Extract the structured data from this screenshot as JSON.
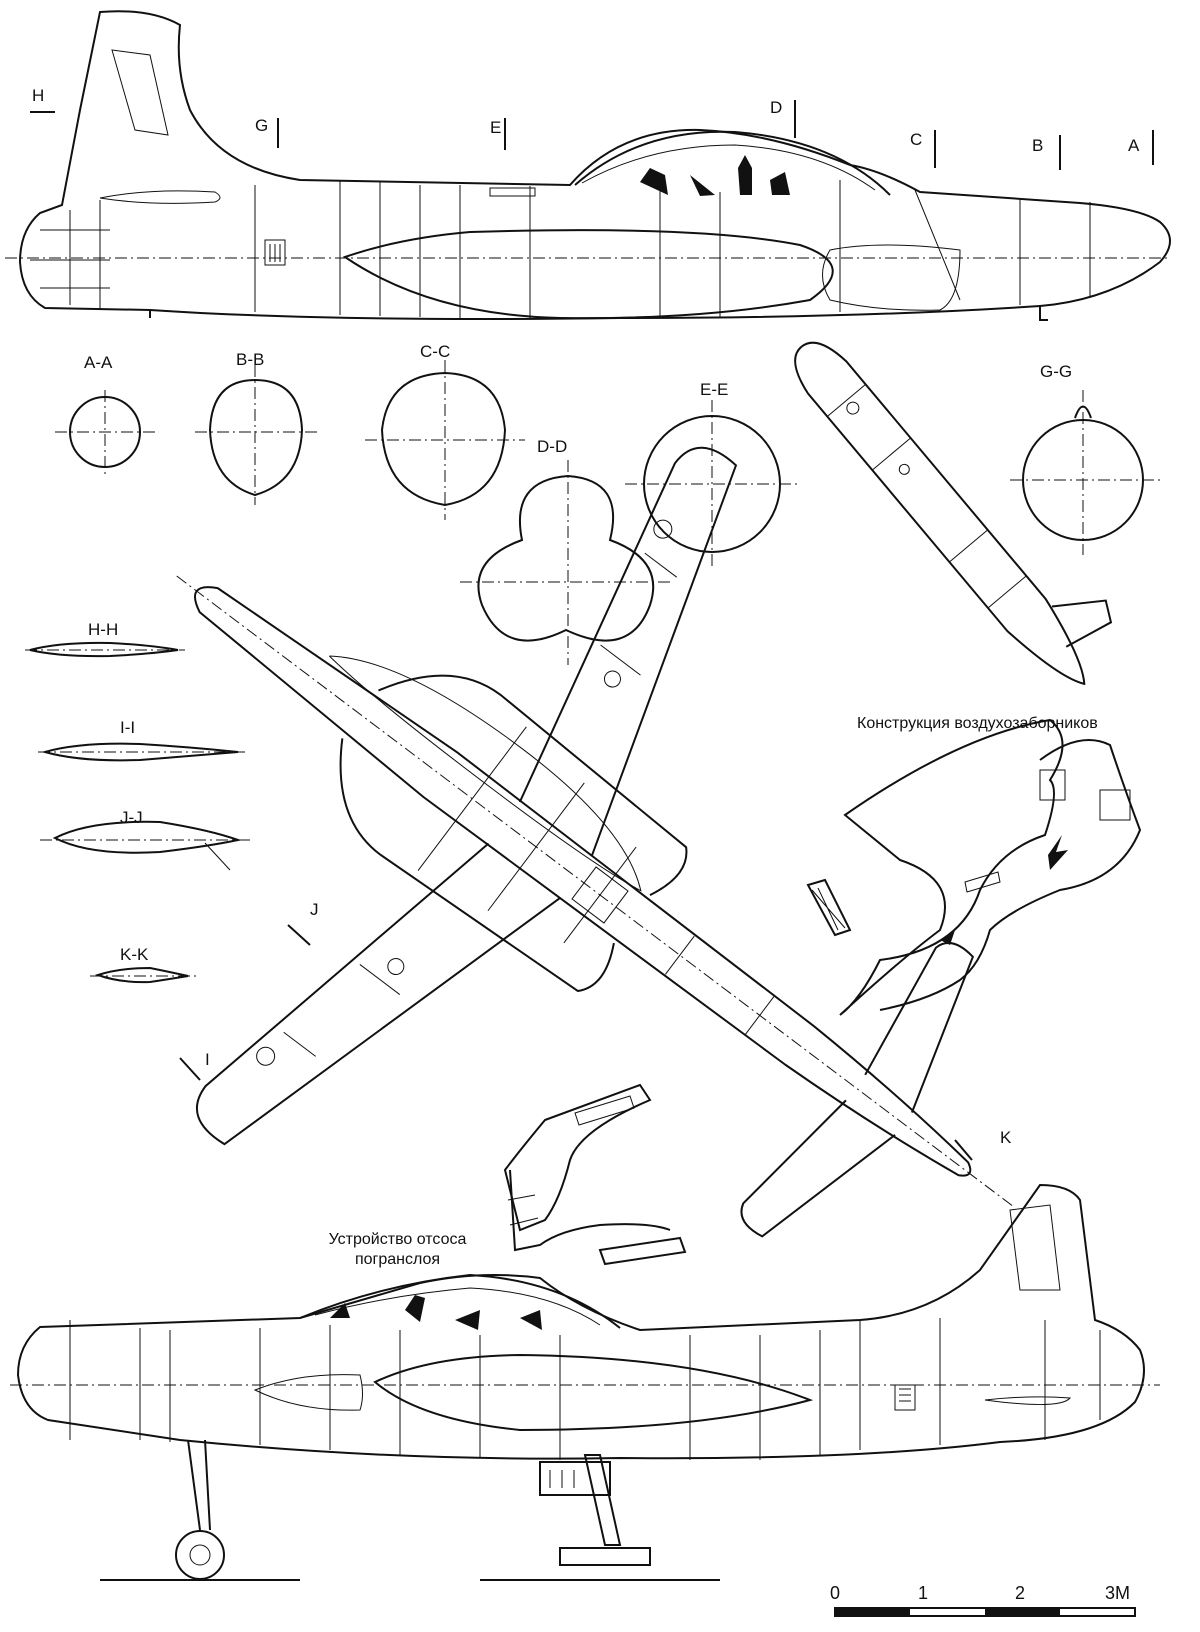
{
  "top_markers": {
    "h": "H",
    "g": "G",
    "e": "E",
    "d": "D",
    "c": "C",
    "b": "B",
    "a": "A"
  },
  "sections": {
    "aa": "A-A",
    "bb": "B-B",
    "cc": "C-C",
    "dd": "D-D",
    "ee": "E-E",
    "gg": "G-G",
    "hh": "H-H",
    "ii": "I-I",
    "jj": "J-J",
    "kk": "K-K"
  },
  "plan_markers": {
    "j": "J",
    "i": "I",
    "k": "K"
  },
  "captions": {
    "intakes": "Конструкция воздухозаборников",
    "bleed_line1": "Устройство отсоса",
    "bleed_line2": "погранслоя"
  },
  "scale": {
    "t0": "0",
    "t1": "1",
    "t2": "2",
    "t3": "3M"
  },
  "icons": [
    "drawing-sheet",
    "section-profile",
    "cut-marker"
  ]
}
